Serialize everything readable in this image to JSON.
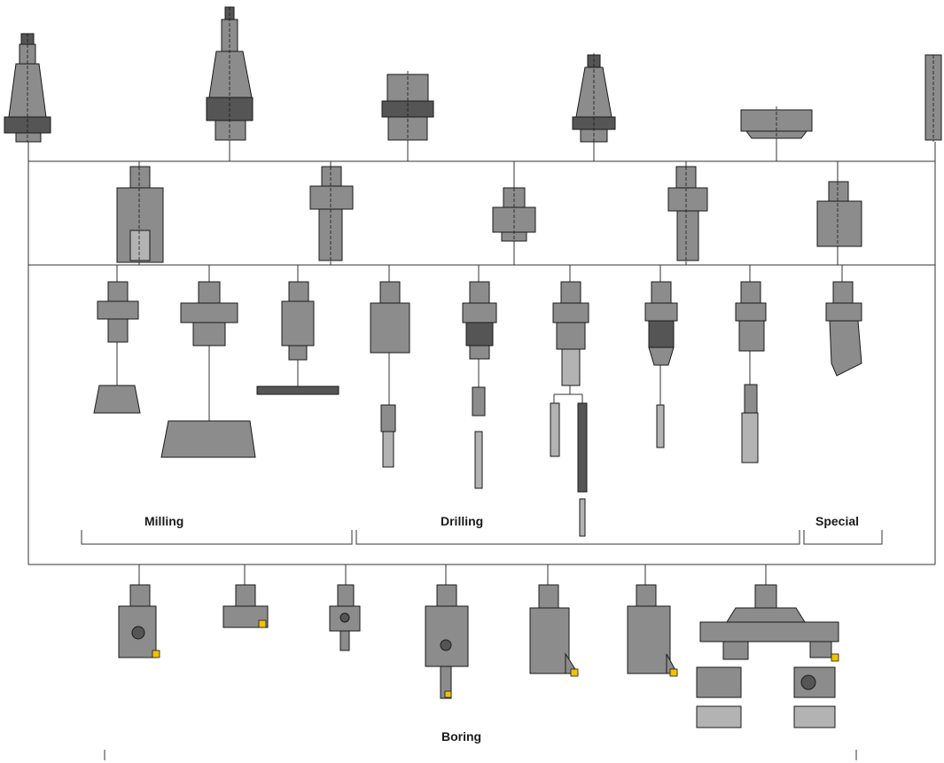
{
  "diagram": {
    "labels": {
      "milling": "Milling",
      "drilling": "Drilling",
      "special": "Special",
      "boring": "Boring"
    },
    "colors": {
      "tool_body": "#8c8c8c",
      "tool_dark": "#555555",
      "insert": "#f2c200",
      "lines": "#333333",
      "background": "#ffffff"
    }
  }
}
